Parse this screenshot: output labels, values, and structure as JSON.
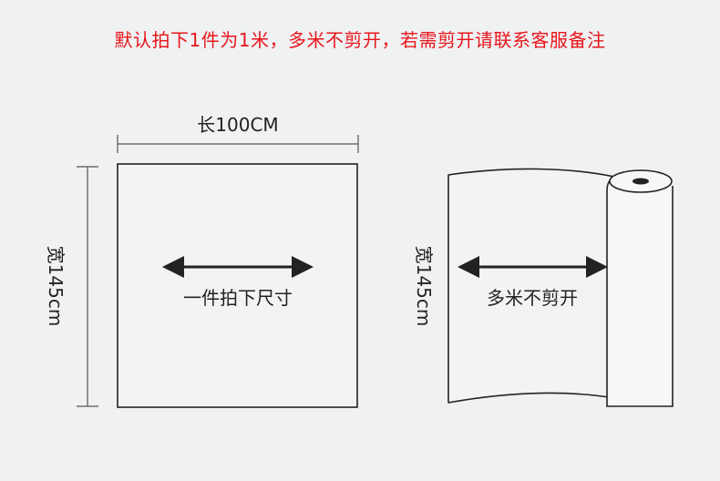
{
  "notice": "默认拍下1件为1米，多米不剪开，若需剪开请联系客服备注",
  "sheet": {
    "length_label": "长100CM",
    "width_label": "宽145cm",
    "caption": "一件拍下尺寸"
  },
  "roll": {
    "width_label": "宽145cm",
    "caption": "多米不剪开"
  },
  "colors": {
    "notice": "#e8161b",
    "line": "#222222",
    "background": "#f0f1f3"
  }
}
